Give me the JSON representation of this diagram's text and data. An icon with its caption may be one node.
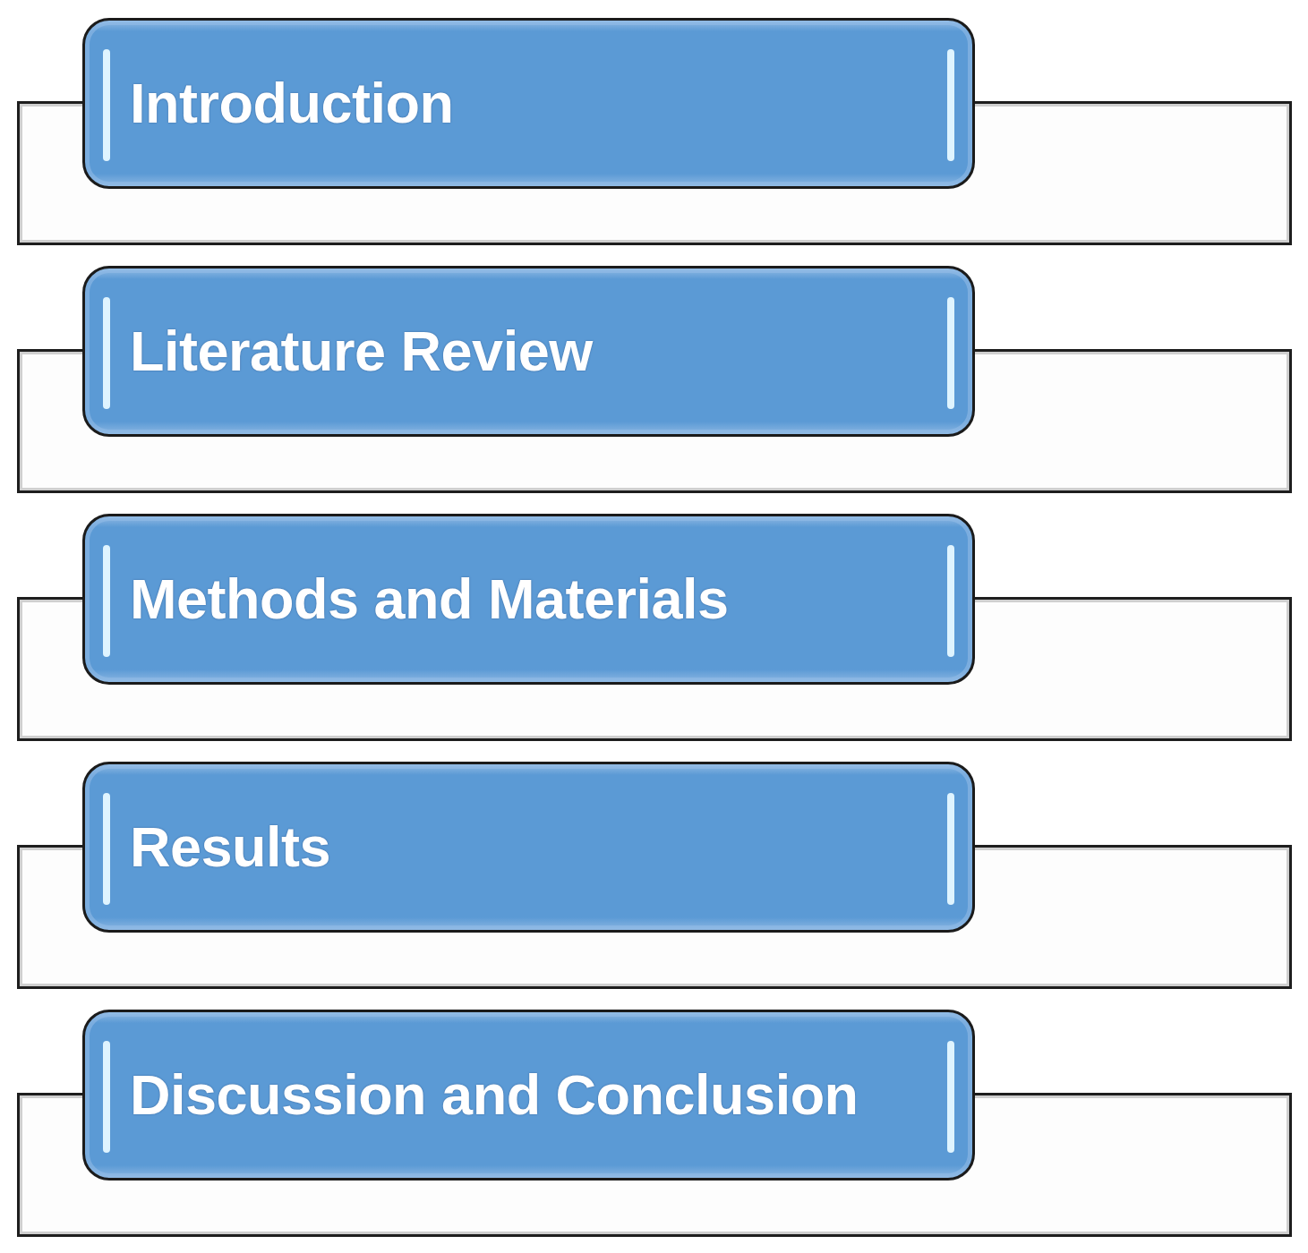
{
  "diagram": {
    "nodes": [
      {
        "text": [
          "Introduction"
        ]
      },
      {
        "text": [],
        "shape": "box"
      },
      {
        "text": [
          "Literature Review"
        ]
      },
      {
        "text": [],
        "shape": "box"
      },
      {
        "text": [
          "Methods and Materials"
        ]
      },
      {
        "text": [],
        "shape": "box"
      },
      {
        "text": [
          "Results"
        ]
      },
      {
        "text": [],
        "shape": "box"
      },
      {
        "text": [
          "Discussion and Conclusion"
        ]
      },
      {
        "text": [],
        "shape": "box"
      }
    ]
  }
}
